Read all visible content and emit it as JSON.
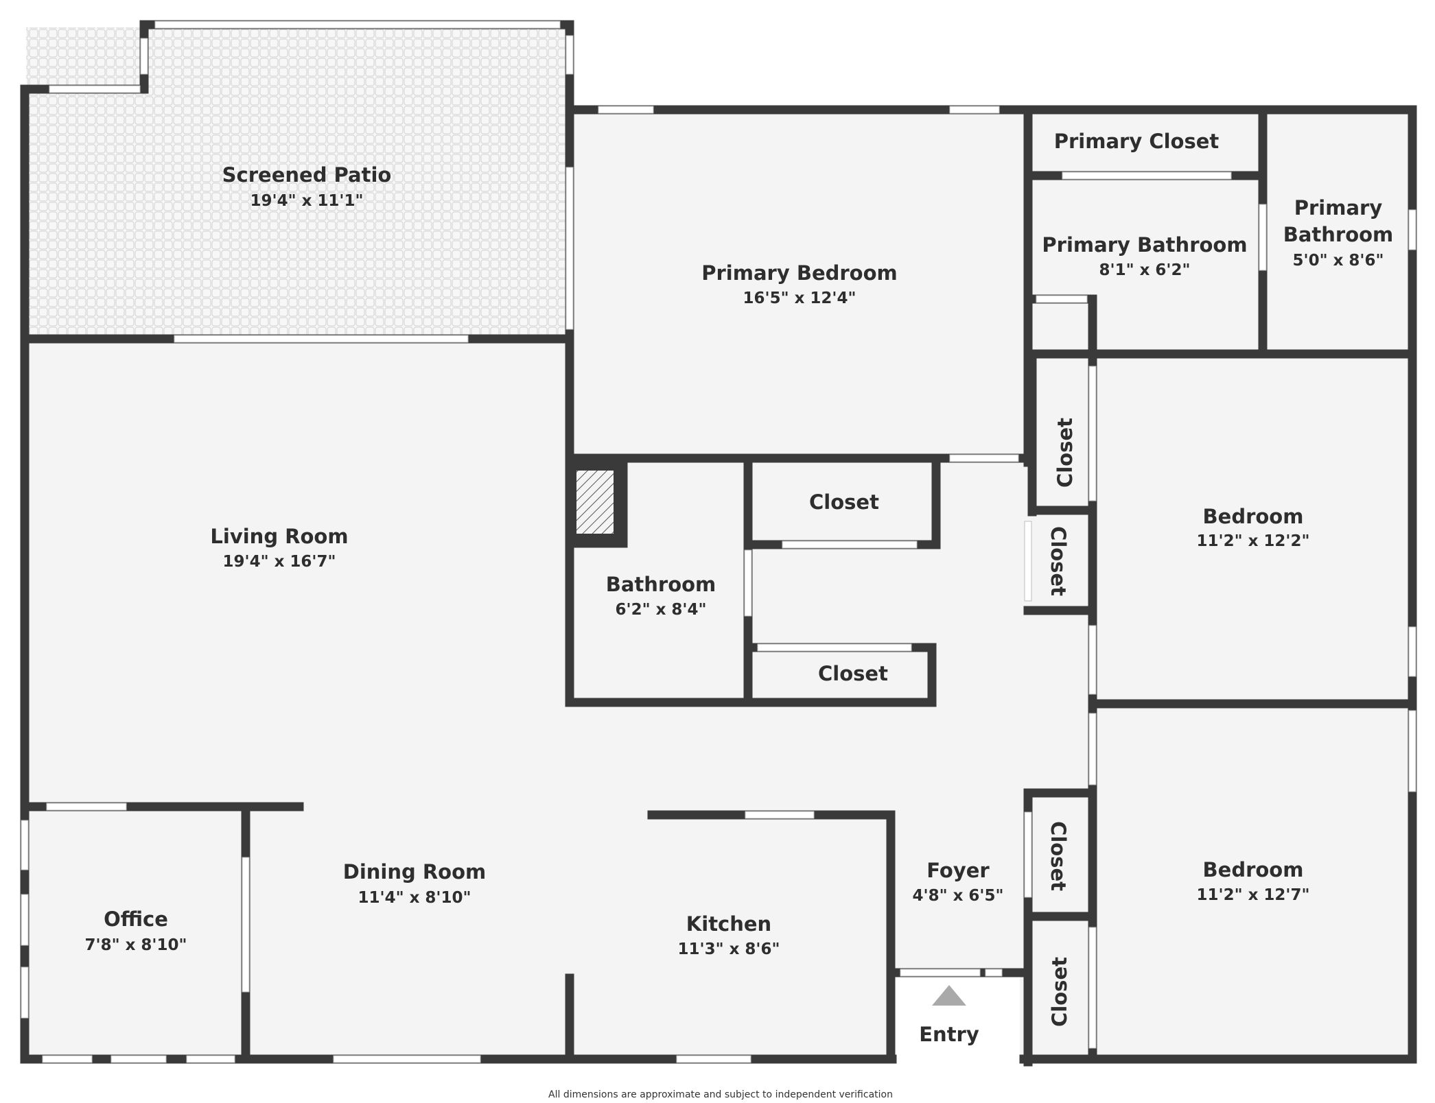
{
  "colors": {
    "floor": "#f4f4f4",
    "wall": "#3a3a3a",
    "opening": "#ffffff",
    "patio_grid": "#e2e2e2",
    "stair_hatch": "#555555",
    "entry_arrow": "#a9a9a9"
  },
  "rooms": {
    "screened_patio": {
      "name": "Screened Patio",
      "dims": "19'4\" x 11'1\""
    },
    "primary_bedroom": {
      "name": "Primary Bedroom",
      "dims": "16'5\" x 12'4\""
    },
    "primary_closet": {
      "name": "Primary Closet"
    },
    "primary_bathroom_1": {
      "name": "Primary Bathroom",
      "dims": "8'1\" x 6'2\""
    },
    "primary_bathroom_2": {
      "name_line1": "Primary",
      "name_line2": "Bathroom",
      "dims": "5'0\" x 8'6\""
    },
    "living_room": {
      "name": "Living Room",
      "dims": "19'4\" x 16'7\""
    },
    "bathroom": {
      "name": "Bathroom",
      "dims": "6'2\" x 8'4\""
    },
    "closet_upper": {
      "name": "Closet"
    },
    "closet_lower": {
      "name": "Closet"
    },
    "closet_vert_1": {
      "name": "Closet"
    },
    "closet_vert_2": {
      "name": "Closet"
    },
    "closet_vert_3": {
      "name": "Closet"
    },
    "closet_vert_4": {
      "name": "Closet"
    },
    "bedroom_1": {
      "name": "Bedroom",
      "dims": "11'2\" x 12'2\""
    },
    "bedroom_2": {
      "name": "Bedroom",
      "dims": "11'2\" x 12'7\""
    },
    "dining_room": {
      "name": "Dining Room",
      "dims": "11'4\" x 8'10\""
    },
    "office": {
      "name": "Office",
      "dims": "7'8\" x 8'10\""
    },
    "kitchen": {
      "name": "Kitchen",
      "dims": "11'3\" x 8'6\""
    },
    "foyer": {
      "name": "Foyer",
      "dims": "4'8\" x 6'5\""
    },
    "entry": {
      "name": "Entry"
    }
  },
  "footer_note": "All dimensions are approximate and subject to independent verification"
}
